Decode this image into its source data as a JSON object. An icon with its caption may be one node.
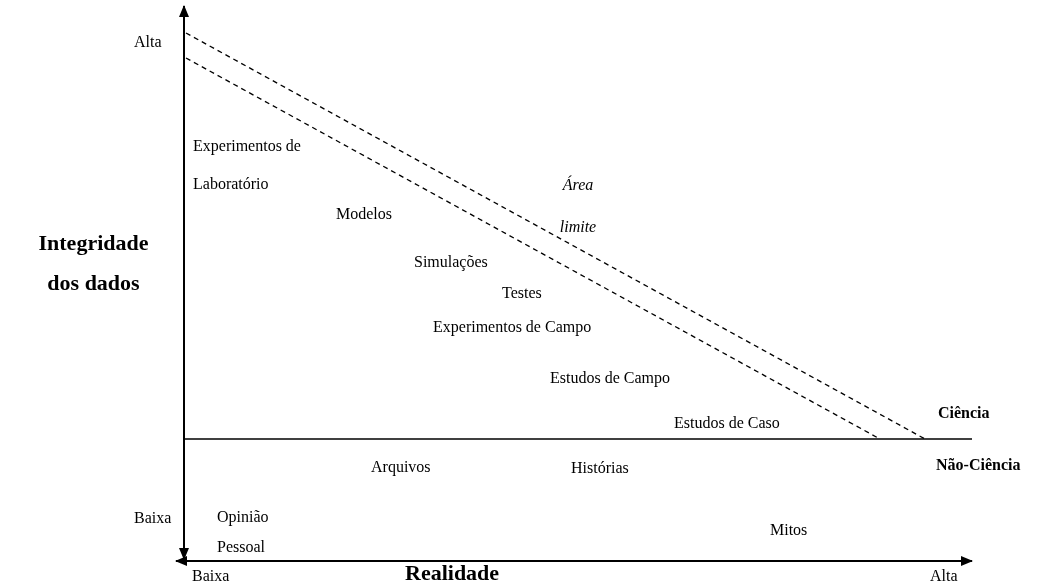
{
  "diagram": {
    "labels": [
      "Alta",
      "Experimentos de Laboratório",
      "Área limite",
      "Integridade dos dados",
      "Modelos",
      "Simulações",
      "Testes",
      "Experimentos de Campo",
      "Estudos de Campo",
      "Ciência",
      "Estudos de Caso",
      "Arquivos",
      "Histórias",
      "Não-Ciência",
      "Baixa",
      "Opinião Pessoal",
      "Mitos",
      "Baixa",
      "Realidade",
      "Alta"
    ]
  }
}
